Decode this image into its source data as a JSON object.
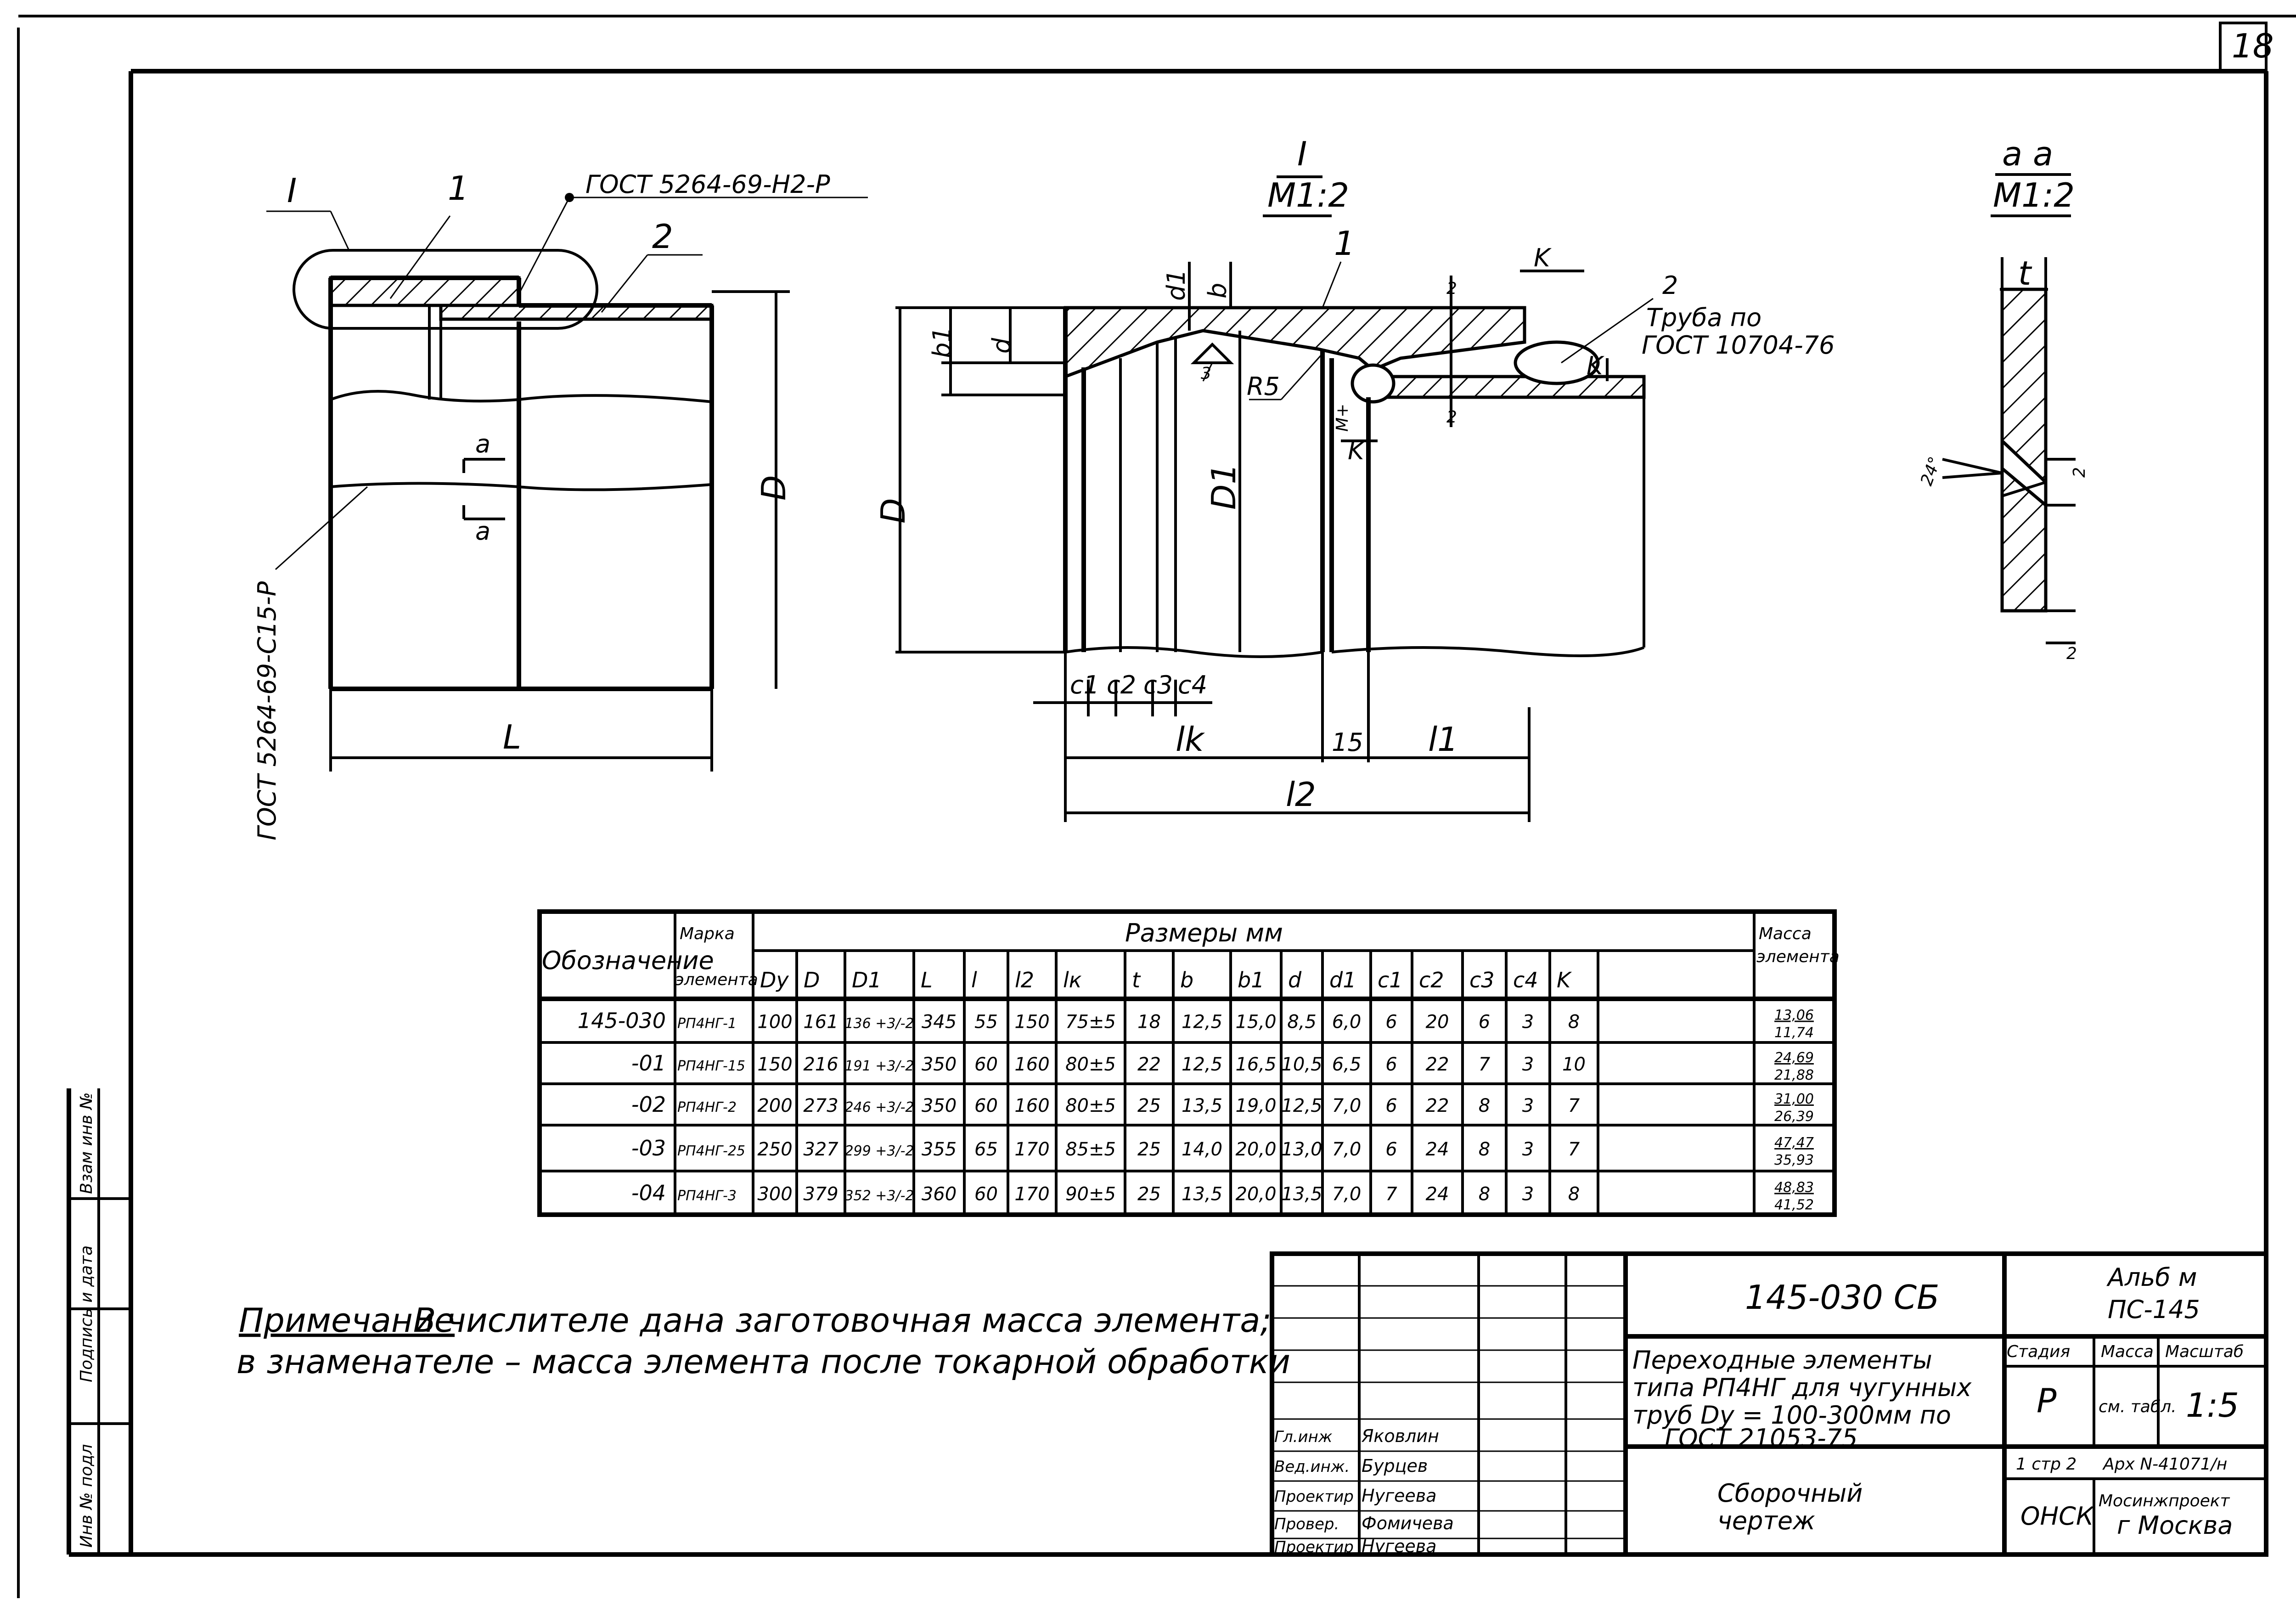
{
  "page_number": "18",
  "view_labels": {
    "detail_ref": "I",
    "detail_title": "I",
    "detail_scale": "M1:2",
    "section_title": "a a",
    "section_scale": "M1:2",
    "section_mark": "a"
  },
  "callouts": {
    "part1": "1",
    "part2": "2",
    "weld_top": "ГОСТ 5264-69-Н2-P",
    "weld_side": "ГОСТ 5264-69-С15-P",
    "pipe_note_line1": "Труба по",
    "pipe_note_line2": "ГОСТ 10704-76",
    "radius": "R5"
  },
  "dims": {
    "L": "L",
    "D": "D",
    "D1": "D1",
    "b": "b",
    "b1": "b1",
    "d": "d",
    "d1": "d1",
    "K": "K",
    "c1": "c1",
    "c2": "c2",
    "c3": "c3",
    "c4": "c4",
    "lk": "lk",
    "l1": "l1",
    "l2": "l2",
    "gap": "15",
    "t": "t",
    "angle": "24°",
    "weld_gap": "2",
    "weld_root": "2",
    "mt": "M+",
    "three": "3"
  },
  "table": {
    "header_designation": "Обозначение",
    "header_mark_l1": "Марка",
    "header_mark_l2": "элемента",
    "header_sizes": "Размеры мм",
    "header_mass_l1": "Масса",
    "header_mass_l2": "элемента",
    "columns": [
      "Dу",
      "D",
      "D1",
      "L",
      "l",
      "l2",
      "lк",
      "t",
      "b",
      "b1",
      "d",
      "d1",
      "c1",
      "c2",
      "c3",
      "c4",
      "K"
    ],
    "rows": [
      {
        "des": "145-030",
        "mark": "РП4НГ-1",
        "vals": [
          "100",
          "161",
          "136 +3/-2",
          "345",
          "55",
          "150",
          "75±5",
          "18",
          "12,5",
          "15,0",
          "8,5",
          "6,0",
          "6",
          "20",
          "6",
          "3",
          "8"
        ],
        "mass_num": "13,06",
        "mass_den": "11,74"
      },
      {
        "des": "-01",
        "mark": "РП4НГ-15",
        "vals": [
          "150",
          "216",
          "191 +3/-2",
          "350",
          "60",
          "160",
          "80±5",
          "22",
          "12,5",
          "16,5",
          "10,5",
          "6,5",
          "6",
          "22",
          "7",
          "3",
          "10"
        ],
        "mass_num": "24,69",
        "mass_den": "21,88"
      },
      {
        "des": "-02",
        "mark": "РП4НГ-2",
        "vals": [
          "200",
          "273",
          "246 +3/-2",
          "350",
          "60",
          "160",
          "80±5",
          "25",
          "13,5",
          "19,0",
          "12,5",
          "7,0",
          "6",
          "22",
          "8",
          "3",
          "7"
        ],
        "mass_num": "31,00",
        "mass_den": "26,39"
      },
      {
        "des": "-03",
        "mark": "РП4НГ-25",
        "vals": [
          "250",
          "327",
          "299 +3/-2",
          "355",
          "65",
          "170",
          "85±5",
          "25",
          "14,0",
          "20,0",
          "13,0",
          "7,0",
          "6",
          "24",
          "8",
          "3",
          "7"
        ],
        "mass_num": "47,47",
        "mass_den": "35,93"
      },
      {
        "des": "-04",
        "mark": "РП4НГ-3",
        "vals": [
          "300",
          "379",
          "352 +3/-2",
          "360",
          "60",
          "170",
          "90±5",
          "25",
          "13,5",
          "20,0",
          "13,5",
          "7,0",
          "7",
          "24",
          "8",
          "3",
          "8"
        ],
        "mass_num": "48,83",
        "mass_den": "41,52"
      }
    ]
  },
  "note": {
    "label": "Примечание",
    "line1": "В числителе дана заготовочная масса элемента;",
    "line2": "в знаменателе – масса элемента после токарной обработки"
  },
  "title_block": {
    "doc_code": "145-030 СБ",
    "album_l1": "Альб м",
    "album_l2": "ПС-145",
    "title_l1": "Переходные элементы",
    "title_l2": "типа РП4НГ для чугунных",
    "title_l3": "труб Dу = 100-300мм по",
    "title_l4": "ГОСТ 21053-75",
    "stage_hdr": "Стадия",
    "mass_hdr": "Масса",
    "scale_hdr": "Масштаб",
    "stage": "Р",
    "mass": "см. табл.",
    "scale": "1:5",
    "sheet": "1 стр 2",
    "archive": "Арх N-41071/н",
    "doc_type_l1": "Сборочный",
    "doc_type_l2": "чертеж",
    "dept": "ОНСК",
    "org_l1": "Мосинжпроект",
    "org_l2": "г Москва",
    "staff": [
      {
        "role": "Гл.инж",
        "name": "Яковлин"
      },
      {
        "role": "Вед.инж.",
        "name": "Бурцев"
      },
      {
        "role": "Проектир",
        "name": "Нугеева"
      },
      {
        "role": "Провер.",
        "name": "Фомичева"
      },
      {
        "role": "Проектир",
        "name": "Нугеева"
      }
    ]
  },
  "side_stamp": {
    "cell1": "Взам инв №",
    "cell2": "Подпись и дата",
    "cell3": "Инв № подл"
  }
}
